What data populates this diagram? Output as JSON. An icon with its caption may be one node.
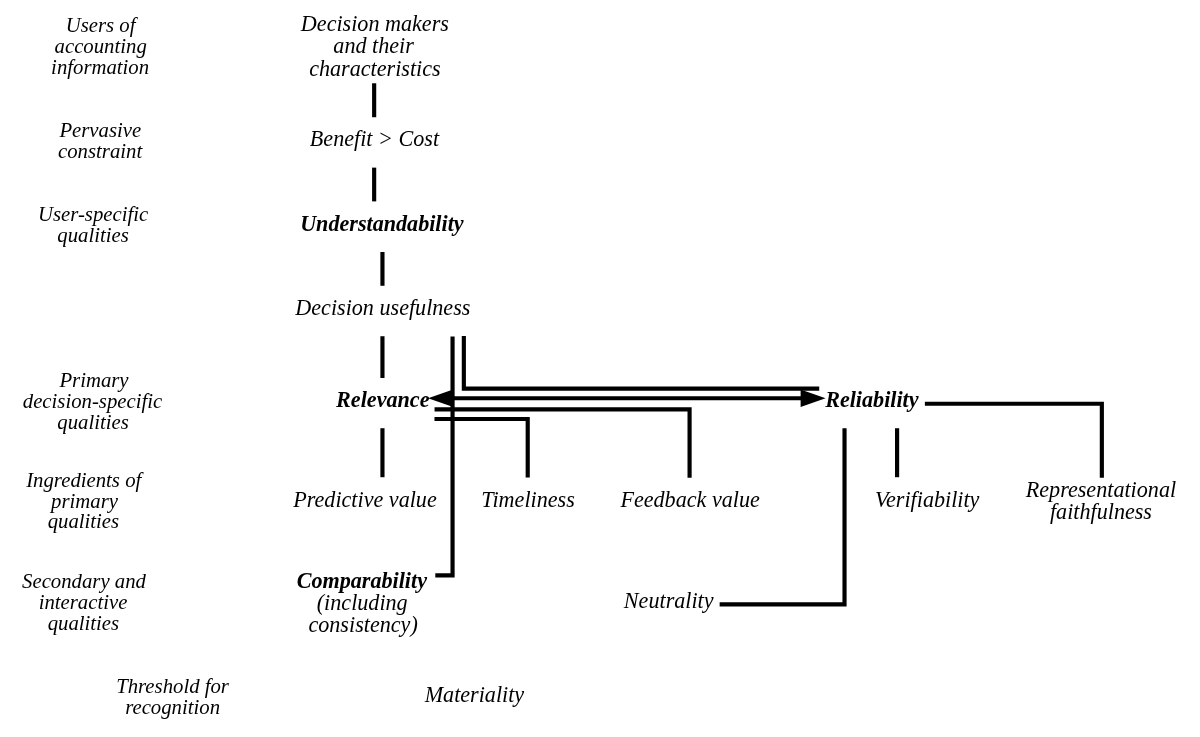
{
  "diagram": {
    "nodes": [
      {
        "text": [
          "Decision makers and their characteristics"
        ]
      },
      {
        "text": [
          "Benefit > Cost"
        ]
      },
      {
        "text": [
          "Understandability"
        ]
      },
      {
        "text": [
          "Decision usefulness"
        ]
      },
      {
        "text": [
          "Relevance"
        ]
      },
      {
        "text": [
          "Reliability"
        ]
      },
      {
        "text": [
          "Predictive value"
        ]
      },
      {
        "text": [
          "Feedback value"
        ]
      },
      {
        "text": [
          "Timeliness"
        ]
      },
      {
        "text": [
          "Verifiability"
        ]
      },
      {
        "text": [
          "Representational faithfulness"
        ]
      },
      {
        "text": [
          "Comparability",
          "(including consistency)"
        ]
      },
      {
        "text": [
          "Neutrality"
        ]
      },
      {
        "text": [
          "Materiality"
        ]
      }
    ],
    "edges": [
      {
        "from": 0,
        "to": 1,
        "arrow": "none"
      },
      {
        "from": 1,
        "to": 2,
        "arrow": "none"
      },
      {
        "from": 2,
        "to": 3,
        "arrow": "none"
      },
      {
        "from": 3,
        "to": 4,
        "arrow": "none"
      },
      {
        "from": 3,
        "to": 5,
        "arrow": "none"
      },
      {
        "from": 4,
        "to": 5,
        "arrow": "both"
      },
      {
        "from": 3,
        "to": 11,
        "arrow": "none"
      },
      {
        "from": 4,
        "to": 6,
        "arrow": "none"
      },
      {
        "from": 4,
        "to": 7,
        "arrow": "none"
      },
      {
        "from": 4,
        "to": 8,
        "arrow": "none"
      },
      {
        "from": 5,
        "to": 9,
        "arrow": "none"
      },
      {
        "from": 5,
        "to": 12,
        "arrow": "none"
      },
      {
        "from": 5,
        "to": 10,
        "arrow": "none"
      }
    ],
    "labels": [
      "Users of accounting information",
      "Pervasive constraint",
      "User-specific qualities",
      "Primary decision-specific qualities",
      "Ingredients of primary qualities",
      "Secondary and interactive qualities",
      "Threshold for recognition"
    ]
  }
}
